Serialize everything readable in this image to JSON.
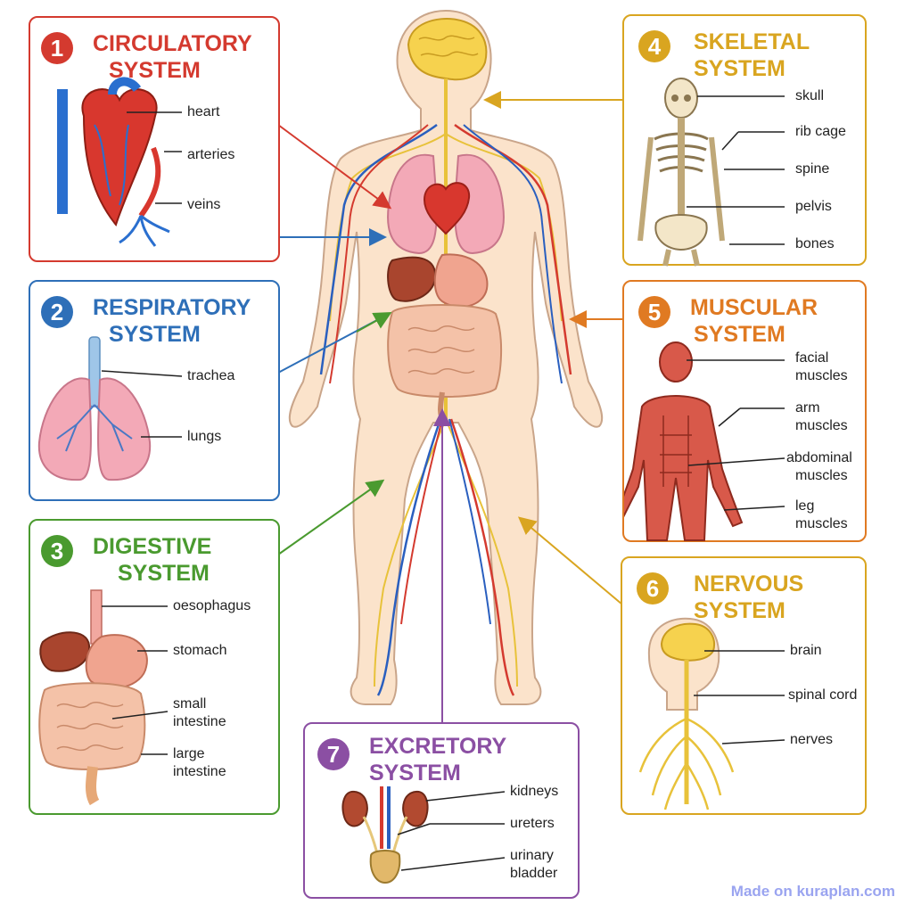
{
  "colors": {
    "circulatory": "#d43a2f",
    "respiratory": "#2e6fb8",
    "digestive": "#4a9a2f",
    "skeletal": "#d9a520",
    "muscular": "#e07a22",
    "nervous": "#d9a520",
    "excretory": "#8b4fa3",
    "credit": "#9aa4f0"
  },
  "panels": {
    "circulatory": {
      "number": "1",
      "title1": "CIRCULATORY",
      "title2": "SYSTEM",
      "labels": [
        "heart",
        "arteries",
        "veins"
      ]
    },
    "respiratory": {
      "number": "2",
      "title1": "RESPIRATORY",
      "title2": "SYSTEM",
      "labels": [
        "trachea",
        "lungs"
      ]
    },
    "digestive": {
      "number": "3",
      "title1": "DIGESTIVE",
      "title2": "SYSTEM",
      "labels": [
        "oesophagus",
        "stomach",
        "small",
        "intestine",
        "large",
        "intestine"
      ]
    },
    "skeletal": {
      "number": "4",
      "title1": "SKELETAL",
      "title2": "SYSTEM",
      "labels": [
        "skull",
        "rib cage",
        "spine",
        "pelvis",
        "bones"
      ]
    },
    "muscular": {
      "number": "5",
      "title1": "MUSCULAR",
      "title2": "SYSTEM",
      "labels": [
        "facial",
        "muscles",
        "arm",
        "muscles",
        "abdominal",
        "muscles",
        "leg",
        "muscles"
      ]
    },
    "nervous": {
      "number": "6",
      "title1": "NERVOUS",
      "title2": "SYSTEM",
      "labels": [
        "brain",
        "spinal cord",
        "nerves"
      ]
    },
    "excretory": {
      "number": "7",
      "title1": "EXCRETORY",
      "title2": "SYSTEM",
      "labels": [
        "kidneys",
        "ureters",
        "urinary",
        "bladder"
      ]
    }
  },
  "icons": {
    "heart": "heart-icon",
    "lungs": "lungs-icon",
    "digestive": "digestive-organs-icon",
    "skeleton": "skeleton-icon",
    "muscles": "muscle-figure-icon",
    "nerves": "nervous-head-icon",
    "kidneys": "kidneys-icon",
    "body": "human-body-icon"
  },
  "credit": "Made on kuraplan.com"
}
